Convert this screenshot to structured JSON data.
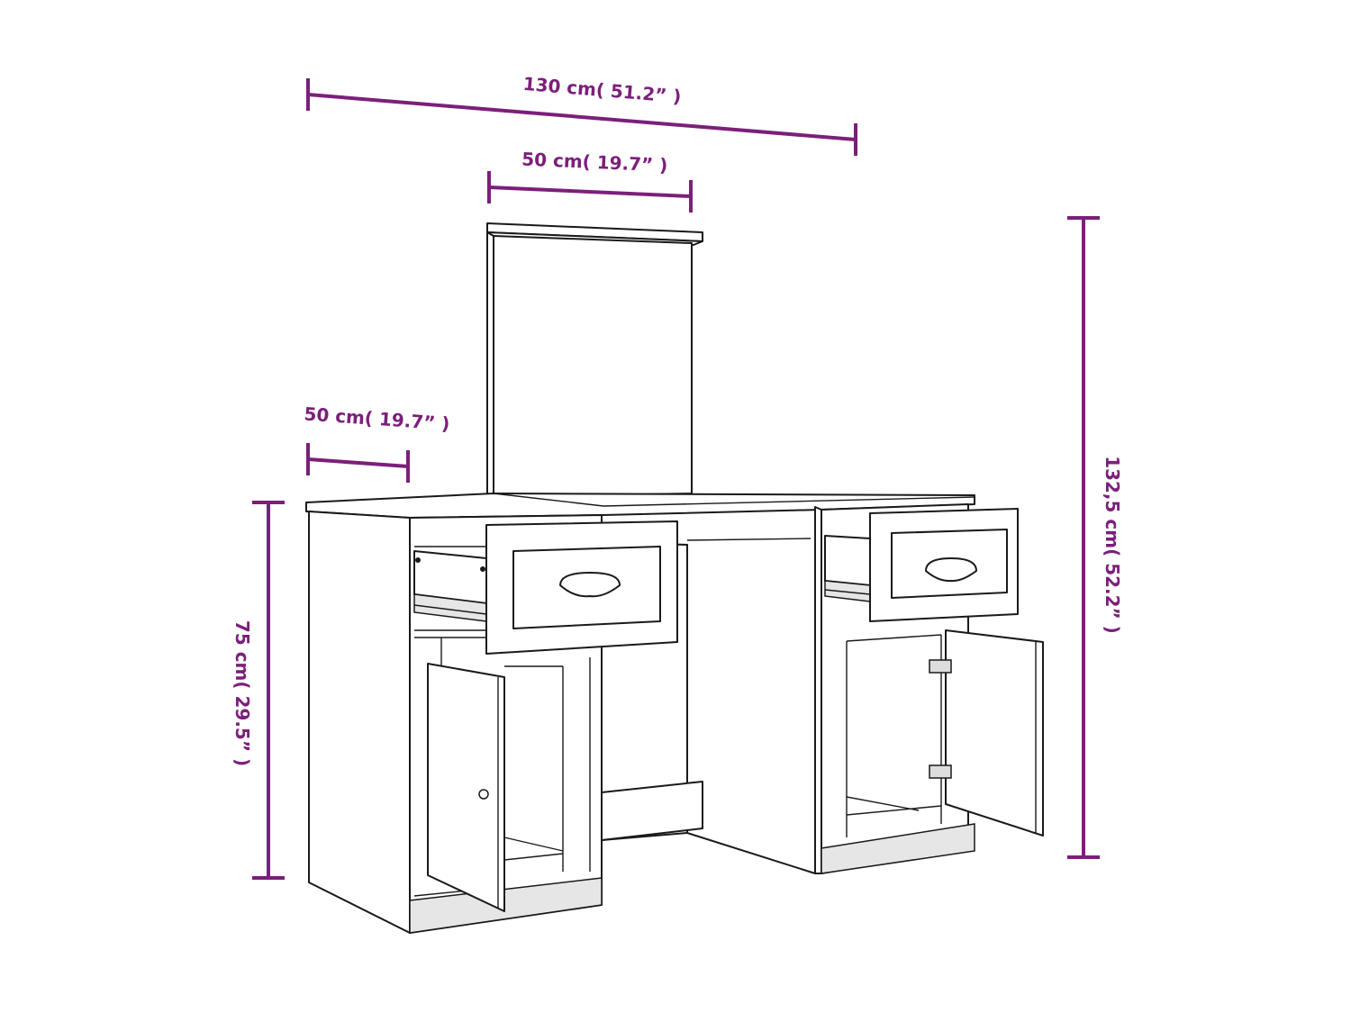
{
  "diagram": {
    "subject": "vanity dressing table with mirror, two drawers and two cabinet doors",
    "colors": {
      "dimension": "#7b1f7a",
      "outline": "#1a1a1a",
      "background": "#ffffff"
    },
    "dimensions": {
      "total_width": "130 cm( 51.2” )",
      "mirror_width": "50 cm( 19.7” )",
      "depth": "50 cm( 19.7” )",
      "table_height": "75 cm( 29.5” )",
      "total_height": "132,5 cm( 52.2” )"
    }
  }
}
